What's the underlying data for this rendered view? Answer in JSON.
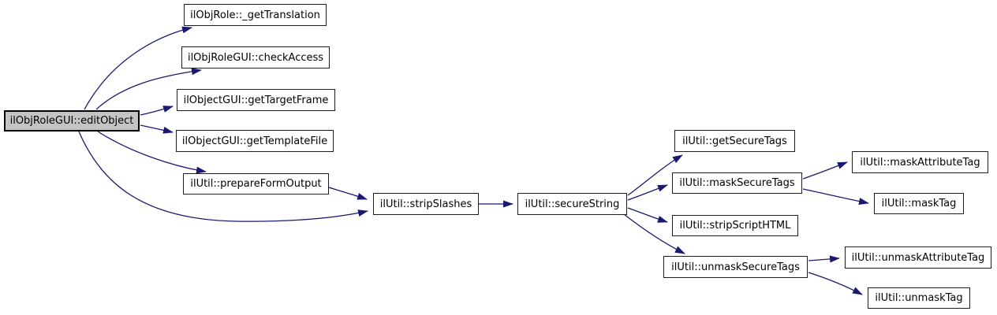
{
  "graph": {
    "type": "call-graph",
    "root_function": "ilObjRoleGUI::editObject",
    "colors": {
      "background": "#ffffff",
      "edge": "#191970",
      "node_fill": "#ffffff",
      "node_border": "#1c1c1c",
      "root_node_fill": "#c4c4c4",
      "text": "#000000"
    },
    "nodes": [
      {
        "id": "editObject",
        "label": "ilObjRoleGUI::editObject",
        "highlighted": true
      },
      {
        "id": "getTranslation",
        "label": "ilObjRole::_getTranslation",
        "highlighted": false
      },
      {
        "id": "checkAccess",
        "label": "ilObjRoleGUI::checkAccess",
        "highlighted": false
      },
      {
        "id": "getTargetFrame",
        "label": "ilObjectGUI::getTargetFrame",
        "highlighted": false
      },
      {
        "id": "getTemplateFile",
        "label": "ilObjectGUI::getTemplateFile",
        "highlighted": false
      },
      {
        "id": "prepareFormOutput",
        "label": "ilUtil::prepareFormOutput",
        "highlighted": false
      },
      {
        "id": "stripSlashes",
        "label": "ilUtil::stripSlashes",
        "highlighted": false
      },
      {
        "id": "secureString",
        "label": "ilUtil::secureString",
        "highlighted": false
      },
      {
        "id": "getSecureTags",
        "label": "ilUtil::getSecureTags",
        "highlighted": false
      },
      {
        "id": "maskSecureTags",
        "label": "ilUtil::maskSecureTags",
        "highlighted": false
      },
      {
        "id": "stripScriptHTML",
        "label": "ilUtil::stripScriptHTML",
        "highlighted": false
      },
      {
        "id": "unmaskSecureTags",
        "label": "ilUtil::unmaskSecureTags",
        "highlighted": false
      },
      {
        "id": "maskAttributeTag",
        "label": "ilUtil::maskAttributeTag",
        "highlighted": false
      },
      {
        "id": "maskTag",
        "label": "ilUtil::maskTag",
        "highlighted": false
      },
      {
        "id": "unmaskAttributeTag",
        "label": "ilUtil::unmaskAttributeTag",
        "highlighted": false
      },
      {
        "id": "unmaskTag",
        "label": "ilUtil::unmaskTag",
        "highlighted": false
      }
    ],
    "edges": [
      {
        "from": "ilObjRoleGUI::editObject",
        "to": "ilObjRole::_getTranslation"
      },
      {
        "from": "ilObjRoleGUI::editObject",
        "to": "ilObjRoleGUI::checkAccess"
      },
      {
        "from": "ilObjRoleGUI::editObject",
        "to": "ilObjectGUI::getTargetFrame"
      },
      {
        "from": "ilObjRoleGUI::editObject",
        "to": "ilObjectGUI::getTemplateFile"
      },
      {
        "from": "ilObjRoleGUI::editObject",
        "to": "ilUtil::prepareFormOutput"
      },
      {
        "from": "ilObjRoleGUI::editObject",
        "to": "ilUtil::stripSlashes"
      },
      {
        "from": "ilUtil::prepareFormOutput",
        "to": "ilUtil::stripSlashes"
      },
      {
        "from": "ilUtil::stripSlashes",
        "to": "ilUtil::secureString"
      },
      {
        "from": "ilUtil::secureString",
        "to": "ilUtil::getSecureTags"
      },
      {
        "from": "ilUtil::secureString",
        "to": "ilUtil::maskSecureTags"
      },
      {
        "from": "ilUtil::secureString",
        "to": "ilUtil::stripScriptHTML"
      },
      {
        "from": "ilUtil::secureString",
        "to": "ilUtil::unmaskSecureTags"
      },
      {
        "from": "ilUtil::maskSecureTags",
        "to": "ilUtil::maskAttributeTag"
      },
      {
        "from": "ilUtil::maskSecureTags",
        "to": "ilUtil::maskTag"
      },
      {
        "from": "ilUtil::unmaskSecureTags",
        "to": "ilUtil::unmaskAttributeTag"
      },
      {
        "from": "ilUtil::unmaskSecureTags",
        "to": "ilUtil::unmaskTag"
      }
    ]
  }
}
